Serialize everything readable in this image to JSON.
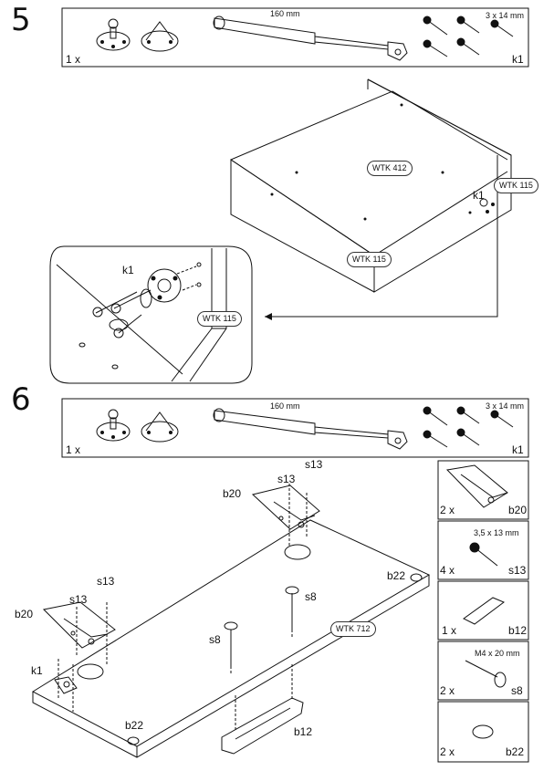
{
  "step5": {
    "number": "5",
    "parts": {
      "qty_left": "1 x",
      "spring_length": "160 mm",
      "screw_size": "3 x 14 mm",
      "kit_label": "k1"
    },
    "panel_top": "WTK 412",
    "panel_side_right": "WTK 115",
    "panel_front": "WTK 115",
    "callout_part": "k1",
    "drawing_part": "k1",
    "zoom": {
      "part_label": "k1",
      "panel_label": "WTK 115"
    }
  },
  "step6": {
    "number": "6",
    "parts": {
      "qty_left": "1 x",
      "spring_length": "160 mm",
      "screw_size": "3 x 14 mm",
      "kit_label": "k1"
    },
    "assembly": {
      "panel_label": "WTK 712",
      "labels": [
        "s13",
        "s13",
        "b20",
        "s13",
        "s13",
        "b20",
        "k1",
        "b22",
        "b22",
        "s8",
        "s8",
        "b12"
      ]
    },
    "sidebar": [
      {
        "qty": "2 x",
        "code": "b20",
        "spec": ""
      },
      {
        "qty": "4 x",
        "code": "s13",
        "spec": "3,5 x 13 mm"
      },
      {
        "qty": "1 x",
        "code": "b12",
        "spec": ""
      },
      {
        "qty": "2 x",
        "code": "s8",
        "spec": "M4 x 20 mm"
      },
      {
        "qty": "2 x",
        "code": "b22",
        "spec": ""
      }
    ]
  }
}
